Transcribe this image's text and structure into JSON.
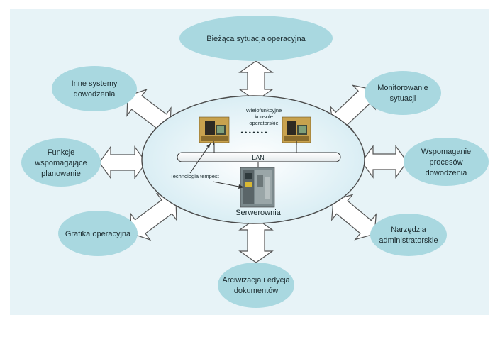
{
  "center": {
    "consoles_label_line1": "Wielofunkcyjne",
    "consoles_label_line2": "konsole",
    "consoles_label_line3": "operatorskie",
    "lan_label": "LAN",
    "tempest_label": "Technologia  tempest",
    "server_label": "Serwerownia",
    "dots": "• • • • • • •"
  },
  "nodes": {
    "top": [
      "Bieżąca sytuacja operacyjna"
    ],
    "top_left": [
      "Inne systemy",
      "dowodzenia"
    ],
    "top_right": [
      "Monitorowanie",
      "sytuacji"
    ],
    "left": [
      "Funkcje",
      "wspomagające",
      "planowanie"
    ],
    "right": [
      "Wspomaganie",
      "procesów",
      "dowodzenia"
    ],
    "bottom_left": [
      "Grafika operacyjna"
    ],
    "bottom_right": [
      "Narzędzia",
      "administratorskie"
    ],
    "bottom": [
      "Arciwizacja i edycja",
      "dokumentów"
    ]
  },
  "colors": {
    "node_fill": "#a9d8e0",
    "panel_bg": "#e6f3f7",
    "ellipse_fill": "#eef7fa",
    "arrow_stroke": "#555555"
  }
}
